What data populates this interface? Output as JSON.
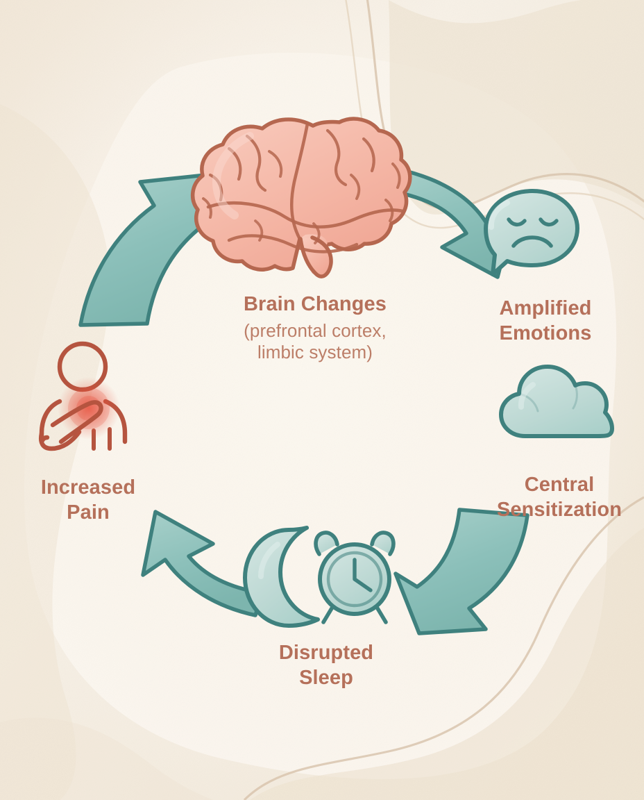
{
  "meta": {
    "title": "Chronic Pain Cycle",
    "type": "cyclical-process-diagram",
    "node_count": 5,
    "direction": "clockwise"
  },
  "palette": {
    "background": "#F6EFE4",
    "background_blob_light": "#FBF6EC",
    "background_blob_shade": "#EFE3D2",
    "background_line": "#D9C6AE",
    "label_primary": "#B5705A",
    "label_secondary": "#BC7E68",
    "arrow_fill": "#8CC0BA",
    "arrow_fill_light": "#A6CFC9",
    "arrow_stroke": "#3F817E",
    "brain_fill": "#F4B5A4",
    "brain_fill_light": "#F7C6B7",
    "brain_stroke": "#B5674F",
    "teal_icon_fill": "#BCD8D3",
    "teal_icon_fill_light": "#CFE3DF",
    "teal_icon_stroke": "#3F817E",
    "person_stroke": "#B5543F",
    "pain_glow": "#E8503C"
  },
  "nodes": [
    {
      "id": "brain-changes",
      "icon": "brain-icon",
      "label": "Brain Changes",
      "sublabel": "(prefrontal cortex,\nlimbic system)",
      "position": "top"
    },
    {
      "id": "amplified-emotions",
      "icon": "sad-face-speech-bubble-icon",
      "label": "Amplified\nEmotions",
      "sublabel": "",
      "position": "top-right"
    },
    {
      "id": "central-sensitization",
      "icon": "cloud-icon",
      "label": "Central\nSensitization",
      "sublabel": "",
      "position": "bottom-right"
    },
    {
      "id": "disrupted-sleep",
      "icon": "moon-alarm-clock-icon",
      "label": "Disrupted\nSleep",
      "sublabel": "",
      "position": "bottom"
    },
    {
      "id": "increased-pain",
      "icon": "person-shoulder-pain-icon",
      "label": "Increased\nPain",
      "sublabel": "",
      "position": "left"
    }
  ],
  "arrows": [
    {
      "id": "arrow-brain-to-emotions",
      "from": "brain-changes",
      "to": "amplified-emotions"
    },
    {
      "id": "arrow-central-to-sleep",
      "from": "central-sensitization",
      "to": "disrupted-sleep"
    },
    {
      "id": "arrow-sleep-to-pain",
      "from": "disrupted-sleep",
      "to": "increased-pain"
    },
    {
      "id": "arrow-pain-to-brain",
      "from": "increased-pain",
      "to": "brain-changes"
    }
  ]
}
